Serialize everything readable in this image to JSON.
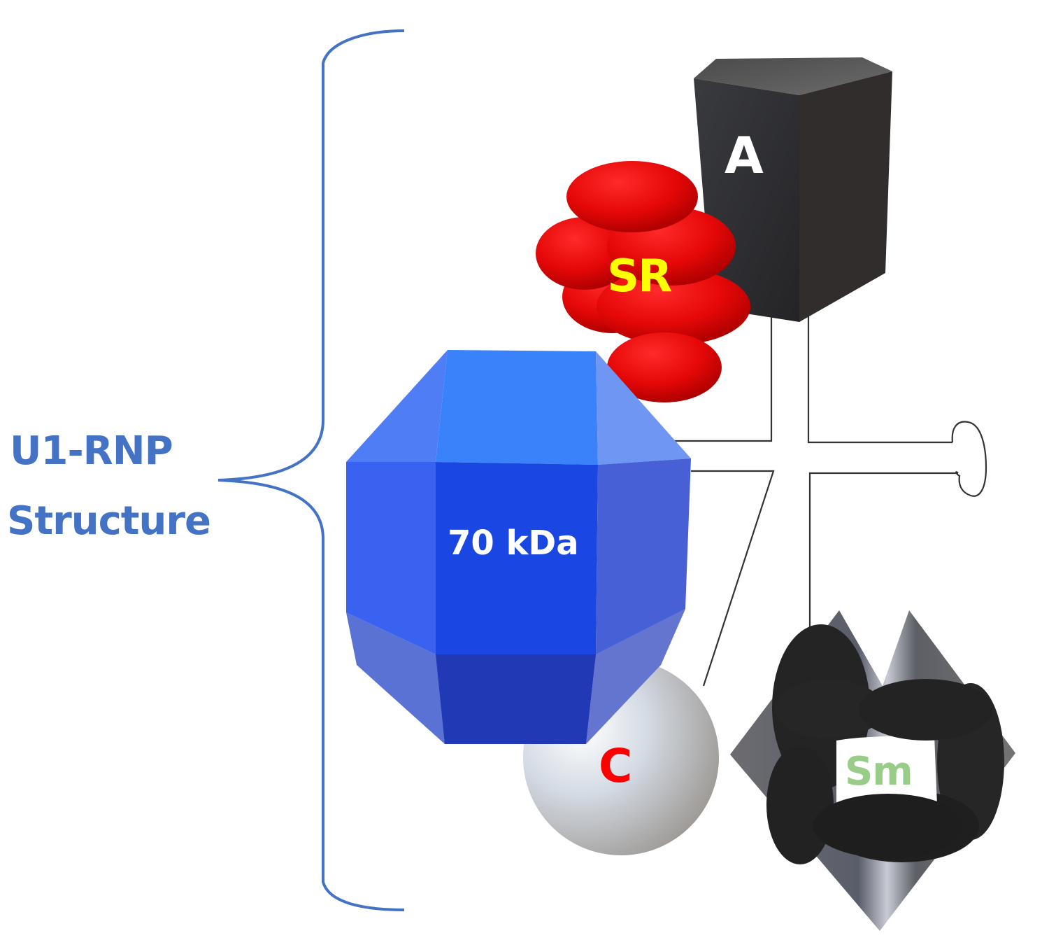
{
  "title": {
    "line1": "U1-RNP",
    "line2": "Structure"
  },
  "components": {
    "a_protein": {
      "label": "A",
      "shape": "hexagonal-prism",
      "color": "#2a2a2d"
    },
    "sr_protein": {
      "label": "SR",
      "shape": "ellipsoid-cluster",
      "color": "#e00000",
      "label_color": "#ffff00"
    },
    "kda70_protein": {
      "label": "70 kDa",
      "shape": "octagonal-prism",
      "color": "#1a45e0"
    },
    "c_protein": {
      "label": "C",
      "shape": "sphere",
      "color": "#e8e6e2",
      "label_color": "#ff0000"
    },
    "sm_protein": {
      "label": "Sm",
      "shape": "cone-ring",
      "color": "#222222",
      "label_color": "#99cc88"
    }
  },
  "colors": {
    "brace": "#4472c4",
    "rna_line": "#333333"
  }
}
